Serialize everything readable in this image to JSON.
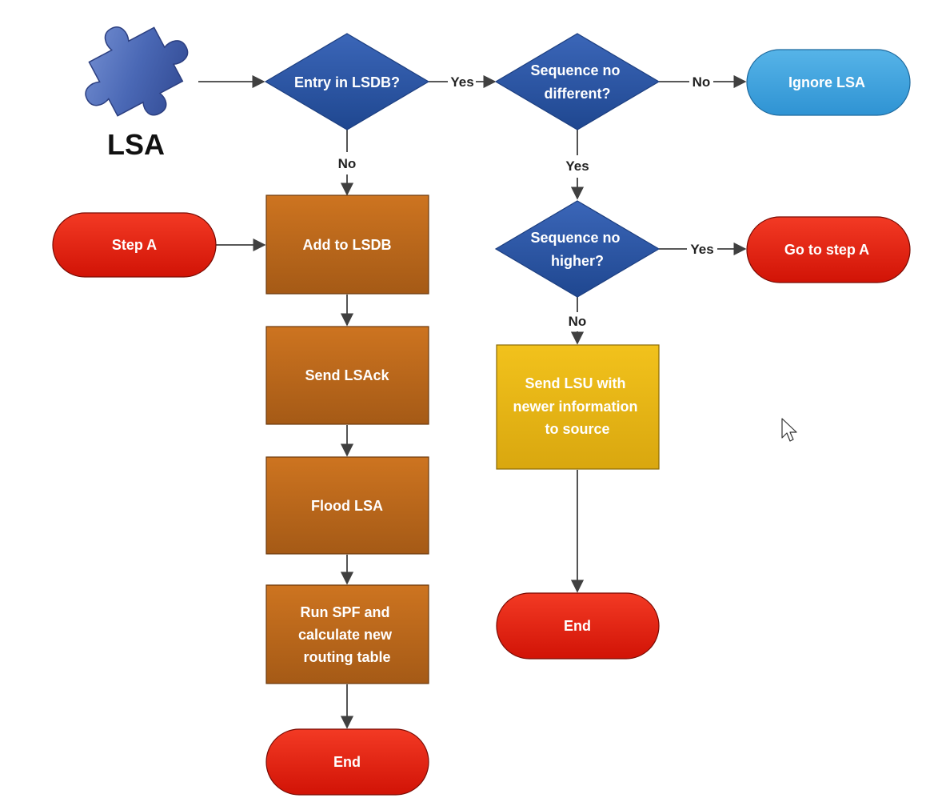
{
  "title": "LSA",
  "icon": "puzzle-piece-icon",
  "colors": {
    "decision": "#2f56a3",
    "process": "#b8641a",
    "process_highlight": "#e0b012",
    "terminal_red": "#e8180c",
    "terminal_blue": "#3aa1de",
    "arrow": "#404040",
    "puzzle": "#4a68b5"
  },
  "decisions": {
    "entry": {
      "lines": [
        "Entry in LSDB?"
      ]
    },
    "seq_diff": {
      "lines": [
        "Sequence no",
        "different?"
      ]
    },
    "seq_higher": {
      "lines": [
        "Sequence no",
        "higher?"
      ]
    }
  },
  "processes": {
    "add": {
      "lines": [
        "Add to LSDB"
      ]
    },
    "lsack": {
      "lines": [
        "Send LSAck"
      ]
    },
    "flood": {
      "lines": [
        "Flood LSA"
      ]
    },
    "spf": {
      "lines": [
        "Run SPF and",
        "calculate new",
        "routing table"
      ]
    },
    "send_lsu": {
      "lines": [
        "Send LSU with",
        "newer information",
        "to source"
      ]
    }
  },
  "terminals": {
    "step_a": {
      "lines": [
        "Step A"
      ]
    },
    "ignore": {
      "lines": [
        "Ignore LSA"
      ]
    },
    "goto_a": {
      "lines": [
        "Go to step A"
      ]
    },
    "end_right": {
      "lines": [
        "End"
      ]
    },
    "end_left": {
      "lines": [
        "End"
      ]
    }
  },
  "edge_labels": {
    "entry_yes": "Yes",
    "entry_no": "No",
    "diff_no": "No",
    "diff_yes": "Yes",
    "higher_yes": "Yes",
    "higher_no": "No"
  }
}
